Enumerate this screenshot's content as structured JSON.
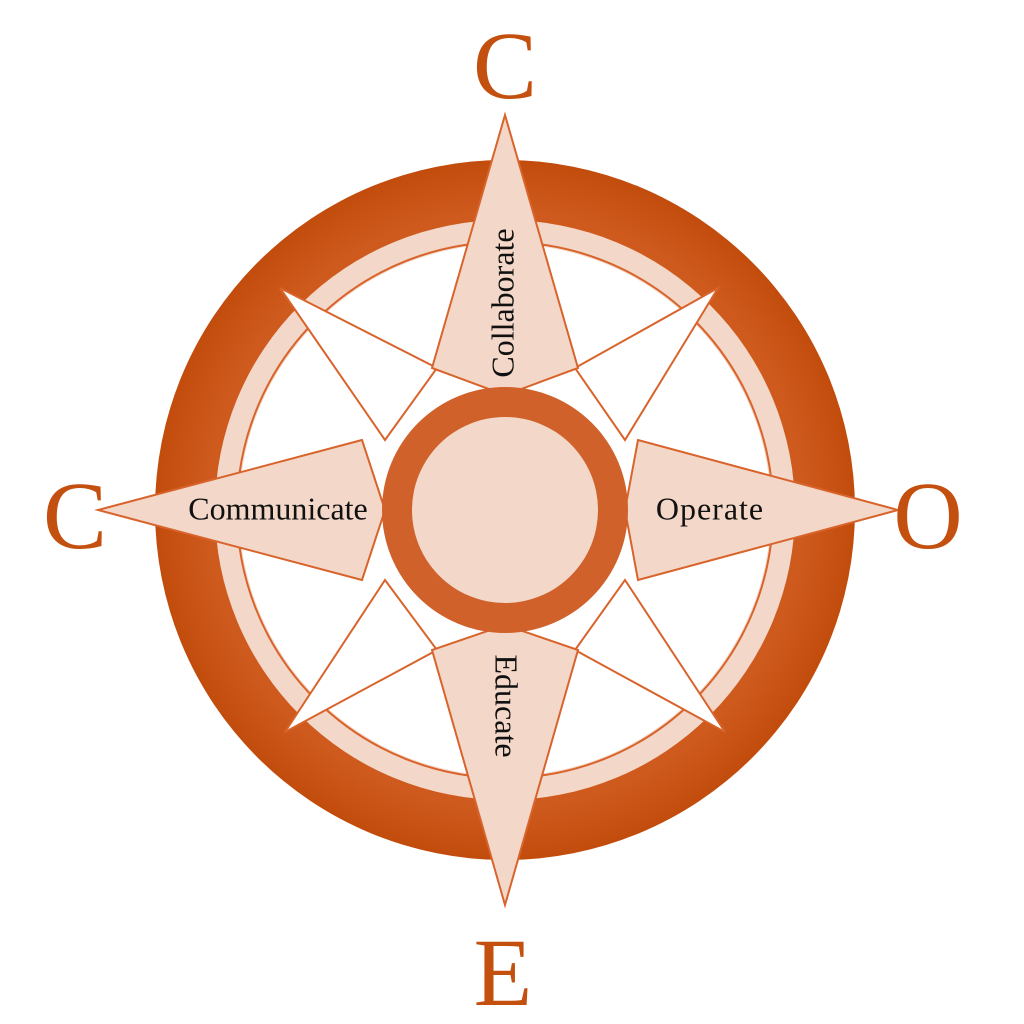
{
  "colors": {
    "dark_orange": "#c4500f",
    "mid_orange": "#d8642c",
    "light_peach": "#f3d7c8",
    "white": "#ffffff",
    "text": "#111111"
  },
  "cardinals": {
    "north": "C",
    "west": "C",
    "east": "O",
    "south": "E"
  },
  "points": {
    "north": "Collaborate",
    "west": "Communicate",
    "east": "Operate",
    "south": "Educate"
  }
}
